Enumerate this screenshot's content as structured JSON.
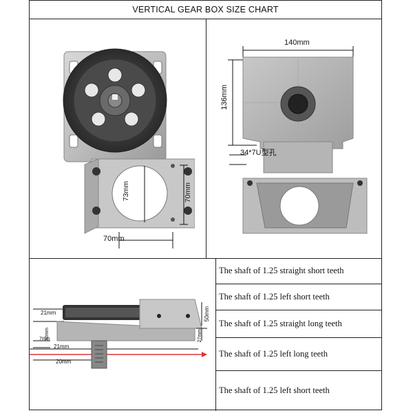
{
  "title": "VERTICAL GEAR BOX SIZE CHART",
  "left_panel": {
    "dim_width": "70mm",
    "dim_diameter": "73mm",
    "dim_height": "70mm"
  },
  "right_panel": {
    "dim_width": "140mm",
    "dim_height": "136mm",
    "hole_label": "34*7U型孔"
  },
  "bottom_diagram": {
    "dim_21mm_top": "21mm",
    "dim_30mm": "30mm",
    "dim_7mm": "7mm",
    "dim_21mm_mid": "21mm",
    "dim_20mm": "20mm",
    "dim_50mm": "50mm",
    "dim_27mm": "27mm"
  },
  "shaft_options": [
    "The shaft of 1.25 straight short teeth",
    "The shaft of 1.25 left short teeth",
    "The shaft of 1.25 straight long teeth",
    "The shaft of 1.25 left long teeth",
    "The shaft of 1.25 left short teeth"
  ]
}
